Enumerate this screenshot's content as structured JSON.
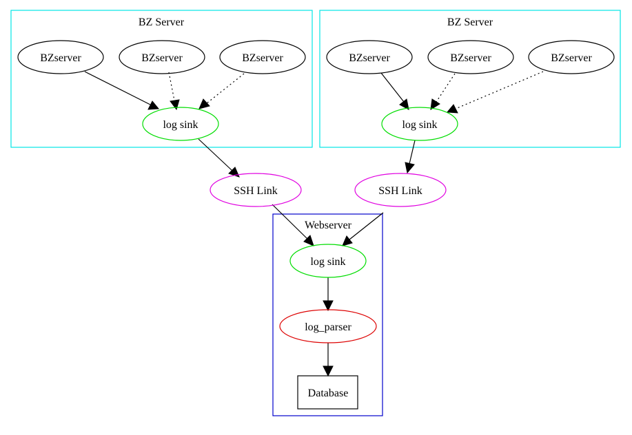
{
  "colors": {
    "cluster_bz": "#00e5e5",
    "cluster_web": "#0000cc",
    "node_default": "#000000",
    "node_sink": "#00dd00",
    "node_ssh": "#e000e0",
    "node_parser": "#dd0000"
  },
  "clusters": {
    "bz_left": "BZ Server",
    "bz_right": "BZ Server",
    "web": "Webserver"
  },
  "nodes": {
    "bz_left_1": "BZserver",
    "bz_left_2": "BZserver",
    "bz_left_3": "BZserver",
    "bz_right_1": "BZserver",
    "bz_right_2": "BZserver",
    "bz_right_3": "BZserver",
    "sink_left": "log sink",
    "sink_right": "log sink",
    "ssh_left": "SSH Link",
    "ssh_right": "SSH Link",
    "sink_web": "log sink",
    "parser": "log_parser",
    "database": "Database"
  },
  "edges": [
    {
      "from": "bz_left_1",
      "to": "sink_left",
      "style": "solid"
    },
    {
      "from": "bz_left_2",
      "to": "sink_left",
      "style": "dotted"
    },
    {
      "from": "bz_left_3",
      "to": "sink_left",
      "style": "dotted"
    },
    {
      "from": "bz_right_1",
      "to": "sink_right",
      "style": "solid"
    },
    {
      "from": "bz_right_2",
      "to": "sink_right",
      "style": "dotted"
    },
    {
      "from": "bz_right_3",
      "to": "sink_right",
      "style": "dotted"
    },
    {
      "from": "sink_left",
      "to": "ssh_left",
      "style": "solid"
    },
    {
      "from": "sink_right",
      "to": "ssh_right",
      "style": "solid"
    },
    {
      "from": "ssh_left",
      "to": "sink_web",
      "style": "solid"
    },
    {
      "from": "ssh_right",
      "to": "sink_web",
      "style": "solid"
    },
    {
      "from": "sink_web",
      "to": "parser",
      "style": "solid"
    },
    {
      "from": "parser",
      "to": "database",
      "style": "solid"
    }
  ]
}
